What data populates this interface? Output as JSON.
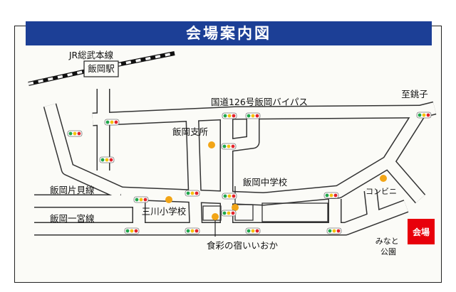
{
  "title": "会場案内図",
  "railway": {
    "line": "JR総武本線",
    "station": "飯岡駅"
  },
  "roads": {
    "bypass": "国道126号飯岡バイパス",
    "to_direction": "至銚子",
    "katakai": "飯岡片貝線",
    "ichinomiya": "飯岡一宮線"
  },
  "landmarks": {
    "branch_office": "飯岡支所",
    "junior_high": "飯岡中学校",
    "elementary": "三川小学校",
    "konbini": "コンビニ",
    "inn": "食彩の宿いいおか",
    "park": "みなと\n公園",
    "venue": "会場"
  },
  "colors": {
    "title_bg": "#1c3f96",
    "landmark_dot": "#f2a516",
    "venue_bg": "#e8000b",
    "signal_red": "#e3232a",
    "signal_yellow": "#f4c20d",
    "signal_green": "#1fa64a"
  }
}
